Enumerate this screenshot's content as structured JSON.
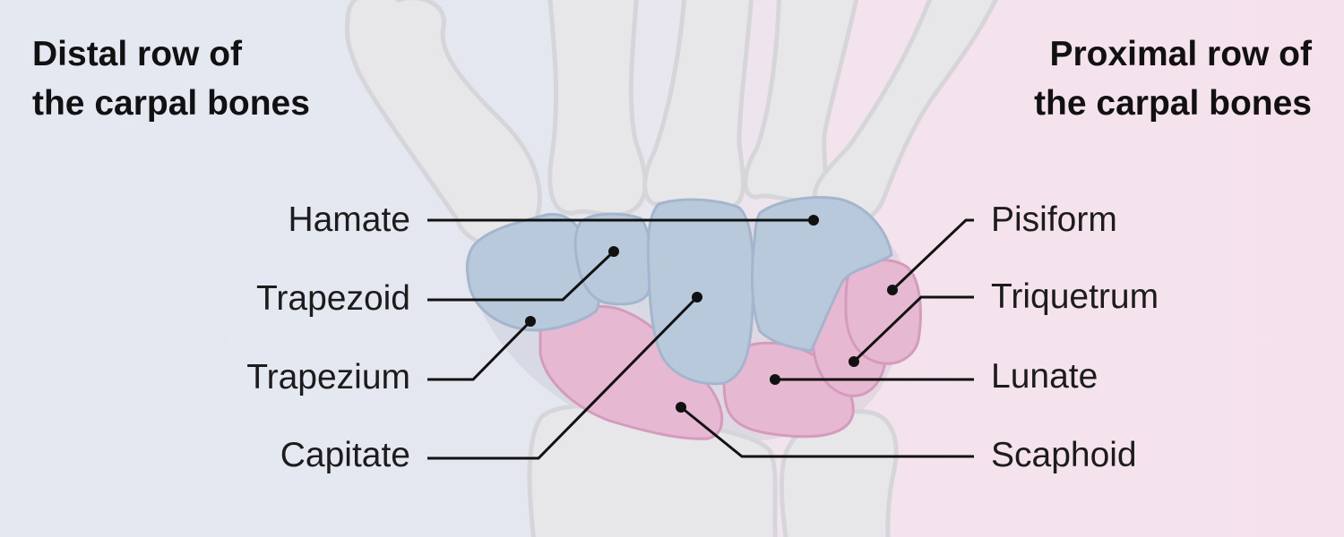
{
  "headings": {
    "distal": {
      "line1": "Distal row of",
      "line2": "the carpal bones"
    },
    "proximal": {
      "line1": "Proximal row of",
      "line2": "the carpal bones"
    }
  },
  "labels": {
    "hamate": "Hamate",
    "trapezoid": "Trapezoid",
    "trapezium": "Trapezium",
    "capitate": "Capitate",
    "pisiform": "Pisiform",
    "triquetrum": "Triquetrum",
    "lunate": "Lunate",
    "scaphoid": "Scaphoid"
  },
  "colors": {
    "distal_background": "#e3e8f1",
    "proximal_background": "#f5e1ec",
    "distal_bones": "#b9c9dc",
    "proximal_bones": "#e6b8d1",
    "other_bones": "#e7e7e9",
    "leader_lines": "#111111"
  }
}
